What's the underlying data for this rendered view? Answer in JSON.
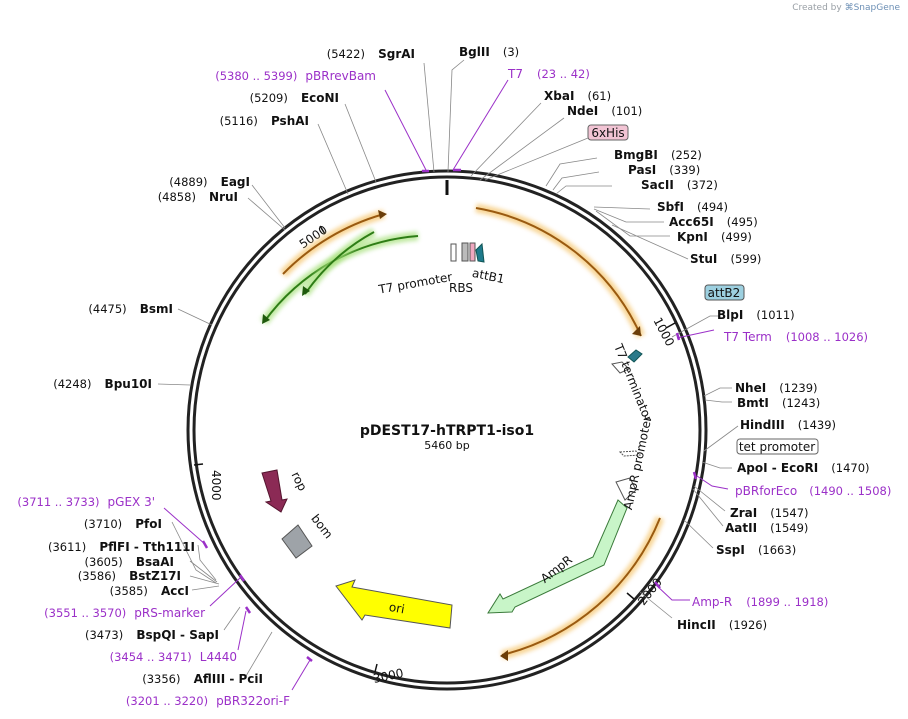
{
  "credit": {
    "prefix": "Created by",
    "brand": "SnapGene"
  },
  "plasmid": {
    "name": "pDEST17-hTRPT1-iso1",
    "length_label": "5460 bp"
  },
  "colors": {
    "primer": "#9b30c8",
    "orf": "#e8b04a",
    "green": "#5fbf3a"
  },
  "sites_right": [
    {
      "name": "XbaI",
      "pos": "(61)"
    },
    {
      "name": "NdeI",
      "pos": "(101)"
    },
    {
      "name": "BmgBI",
      "pos": "(252)"
    },
    {
      "name": "PasI",
      "pos": "(339)"
    },
    {
      "name": "SacII",
      "pos": "(372)"
    },
    {
      "name": "SbfI",
      "pos": "(494)"
    },
    {
      "name": "Acc65I",
      "pos": "(495)"
    },
    {
      "name": "KpnI",
      "pos": "(499)"
    },
    {
      "name": "StuI",
      "pos": "(599)"
    },
    {
      "name": "BlpI",
      "pos": "(1011)"
    },
    {
      "name": "NheI",
      "pos": "(1239)"
    },
    {
      "name": "BmtI",
      "pos": "(1243)"
    },
    {
      "name": "HindIII",
      "pos": "(1439)"
    },
    {
      "name": "ApoI - EcoRI",
      "pos": "(1470)"
    },
    {
      "name": "ZraI",
      "pos": "(1547)"
    },
    {
      "name": "AatII",
      "pos": "(1549)"
    },
    {
      "name": "SspI",
      "pos": "(1663)"
    },
    {
      "name": "HincII",
      "pos": "(1926)"
    }
  ],
  "sites_left": [
    {
      "name": "SgrAI",
      "pos": "(5422)"
    },
    {
      "name": "EcoNI",
      "pos": "(5209)"
    },
    {
      "name": "PshAI",
      "pos": "(5116)"
    },
    {
      "name": "EagI",
      "pos": "(4889)"
    },
    {
      "name": "NruI",
      "pos": "(4858)"
    },
    {
      "name": "BsmI",
      "pos": "(4475)"
    },
    {
      "name": "Bpu10I",
      "pos": "(4248)"
    },
    {
      "name": "PfoI",
      "pos": "(3710)"
    },
    {
      "name": "PflFI - Tth111I",
      "pos": "(3611)"
    },
    {
      "name": "BsaAI",
      "pos": "(3605)"
    },
    {
      "name": "BstZ17I",
      "pos": "(3586)"
    },
    {
      "name": "AccI",
      "pos": "(3585)"
    },
    {
      "name": "BspQI - SapI",
      "pos": "(3473)"
    },
    {
      "name": "AflIII - PciI",
      "pos": "(3356)"
    }
  ],
  "bglii": {
    "name": "BglII",
    "pos": "(3)"
  },
  "primers": [
    {
      "name": "T7",
      "range": "(23 .. 42)"
    },
    {
      "name": "pBRrevBam",
      "range": "(5380 .. 5399)"
    },
    {
      "name": "T7 Term",
      "range": "(1008 .. 1026)"
    },
    {
      "name": "pBRforEco",
      "range": "(1490 .. 1508)"
    },
    {
      "name": "Amp-R",
      "range": "(1899 .. 1918)"
    },
    {
      "name": "pGEX 3'",
      "range": "(3711 .. 3733)"
    },
    {
      "name": "pRS-marker",
      "range": "(3551 .. 3570)"
    },
    {
      "name": "L4440",
      "range": "(3454 .. 3471)"
    },
    {
      "name": "pBR322ori-F",
      "range": "(3201 .. 3220)"
    }
  ],
  "boxed_features": [
    {
      "name": "6xHis"
    },
    {
      "name": "attB2"
    },
    {
      "name": "tet promoter"
    }
  ],
  "features": [
    {
      "name": "T7 promoter"
    },
    {
      "name": "RBS"
    },
    {
      "name": "attB1"
    },
    {
      "name": "T7 terminator"
    },
    {
      "name": "AmpR promoter"
    },
    {
      "name": "AmpR"
    },
    {
      "name": "ori"
    },
    {
      "name": "rop"
    },
    {
      "name": "bom"
    }
  ],
  "ticks": [
    "1000",
    "2000",
    "3000",
    "4000",
    "5000"
  ]
}
